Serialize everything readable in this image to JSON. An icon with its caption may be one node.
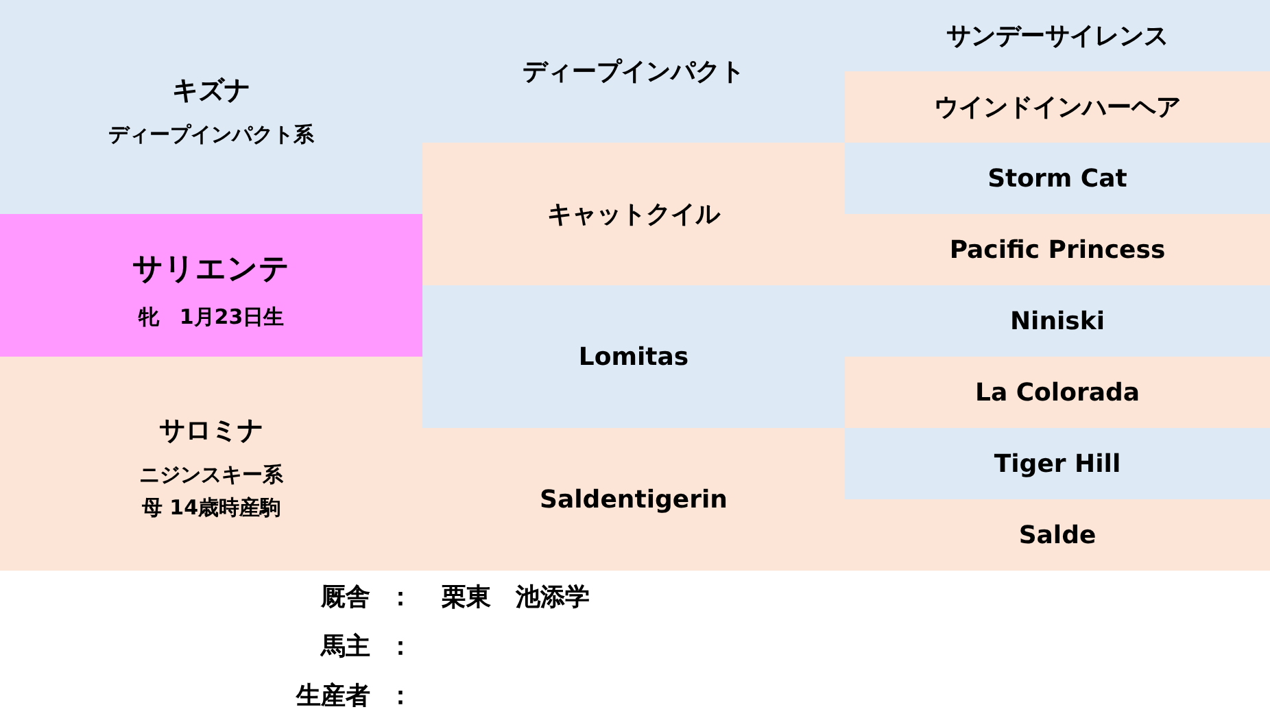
{
  "diagram": {
    "nodes": [
      {
        "text": [
          "キズナ",
          "ディープインパクト系"
        ]
      },
      {
        "text": [
          "ディープインパクト"
        ]
      },
      {
        "text": [
          "サンデーサイレンス"
        ]
      },
      {
        "text": [
          "ウインドインハーヘア"
        ]
      },
      {
        "text": [
          "キャットクイル"
        ]
      },
      {
        "text": [
          "Storm Cat"
        ]
      },
      {
        "text": [
          "Pacific Princess"
        ]
      },
      {
        "text": [
          "サリエンテ",
          "牝　1月23日生"
        ]
      },
      {
        "text": [
          "Lomitas"
        ]
      },
      {
        "text": [
          "Niniski"
        ]
      },
      {
        "text": [
          "La Colorada"
        ]
      },
      {
        "text": [
          "サロミナ",
          "ニジンスキー系",
          "母 14歳時産駒"
        ]
      },
      {
        "text": [
          "Saldentigerin"
        ]
      },
      {
        "text": [
          "Tiger Hill"
        ]
      },
      {
        "text": [
          "Salde"
        ]
      }
    ],
    "labels": [
      "厩舎",
      "：",
      "栗東　池添学",
      "馬主",
      "：",
      "生産者",
      "："
    ]
  }
}
